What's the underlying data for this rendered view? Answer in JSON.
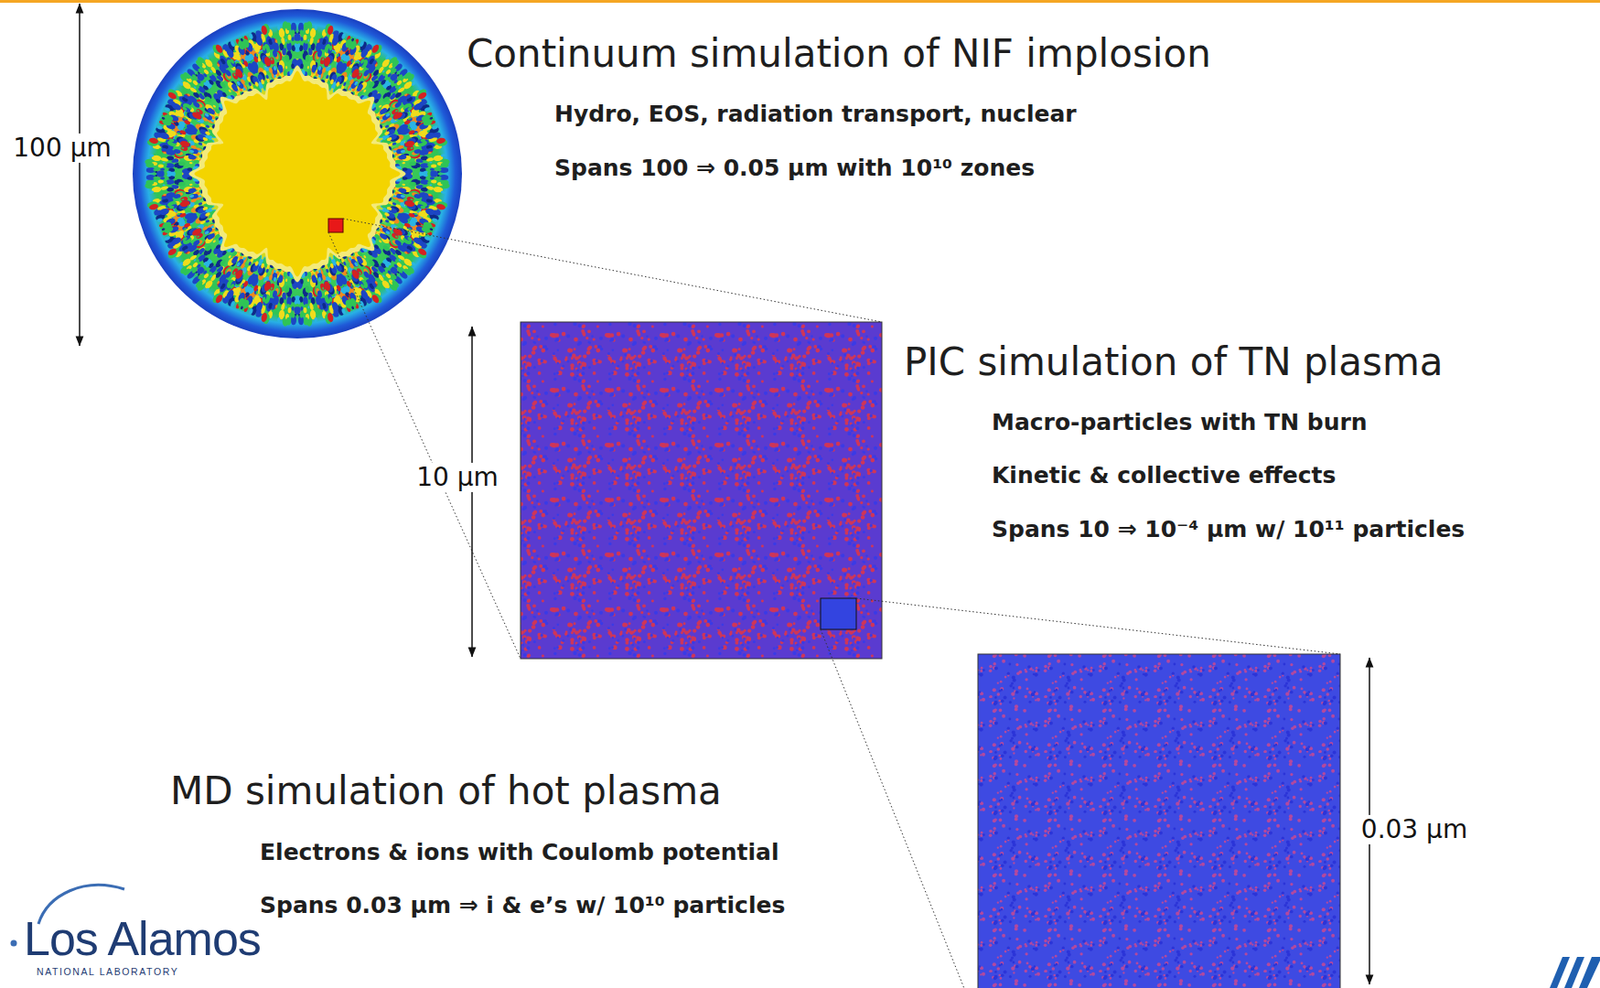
{
  "diagram": {
    "nodes": [
      {
        "text": [
          "Continuum simulation of NIF implosion",
          "Hydro, EOS, radiation transport, nuclear",
          "Spans 100 ⇒ 0.05 µm with 10¹⁰ zones"
        ]
      },
      {
        "text": [
          "PIC simulation of TN plasma",
          "Macro-particles with TN burn",
          "Kinetic & collective effects",
          "Spans 10 ⇒ 10⁻⁴ µm w/ 10¹¹ particles"
        ]
      },
      {
        "text": [
          "MD simulation of hot plasma",
          "Electrons & ions with Coulomb potential",
          "Spans 0.03 µm ⇒ i & e’s w/ 10¹⁰ particles"
        ]
      }
    ],
    "labels": [
      "100 µm",
      "10 µm",
      "0.03 µm",
      "Los Alamos",
      "NATIONAL LABORATORY"
    ]
  }
}
